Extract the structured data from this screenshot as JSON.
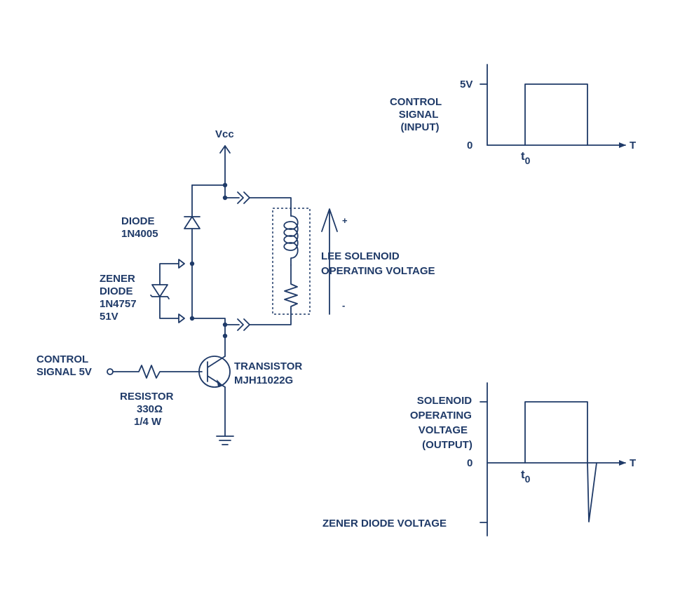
{
  "colors": {
    "ink": "#1f3a68",
    "background": "#ffffff"
  },
  "circuit": {
    "vcc": "Vcc",
    "diode": [
      "DIODE",
      "1N4005"
    ],
    "zener": [
      "ZENER",
      "DIODE",
      "1N4757",
      "51V"
    ],
    "control_signal": [
      "CONTROL",
      "SIGNAL 5V"
    ],
    "resistor": [
      "RESISTOR",
      "330Ω",
      "1/4 W"
    ],
    "transistor": [
      "TRANSISTOR",
      "MJH11022G"
    ],
    "solenoid_label": [
      "LEE SOLENOID",
      "OPERATING VOLTAGE"
    ],
    "plus": "+",
    "minus": "-"
  },
  "graph_input": {
    "label": [
      "CONTROL",
      "SIGNAL",
      "(INPUT)"
    ],
    "y_ticks": [
      "5V",
      "0"
    ],
    "x_axis": "T",
    "t0_main": "t",
    "t0_sub": "0"
  },
  "graph_output": {
    "label": [
      "SOLENOID",
      "OPERATING",
      "VOLTAGE",
      "(OUTPUT)"
    ],
    "y_ticks": [
      "0"
    ],
    "x_axis": "T",
    "t0_main": "t",
    "t0_sub": "0",
    "zener_label": "ZENER DIODE VOLTAGE"
  }
}
